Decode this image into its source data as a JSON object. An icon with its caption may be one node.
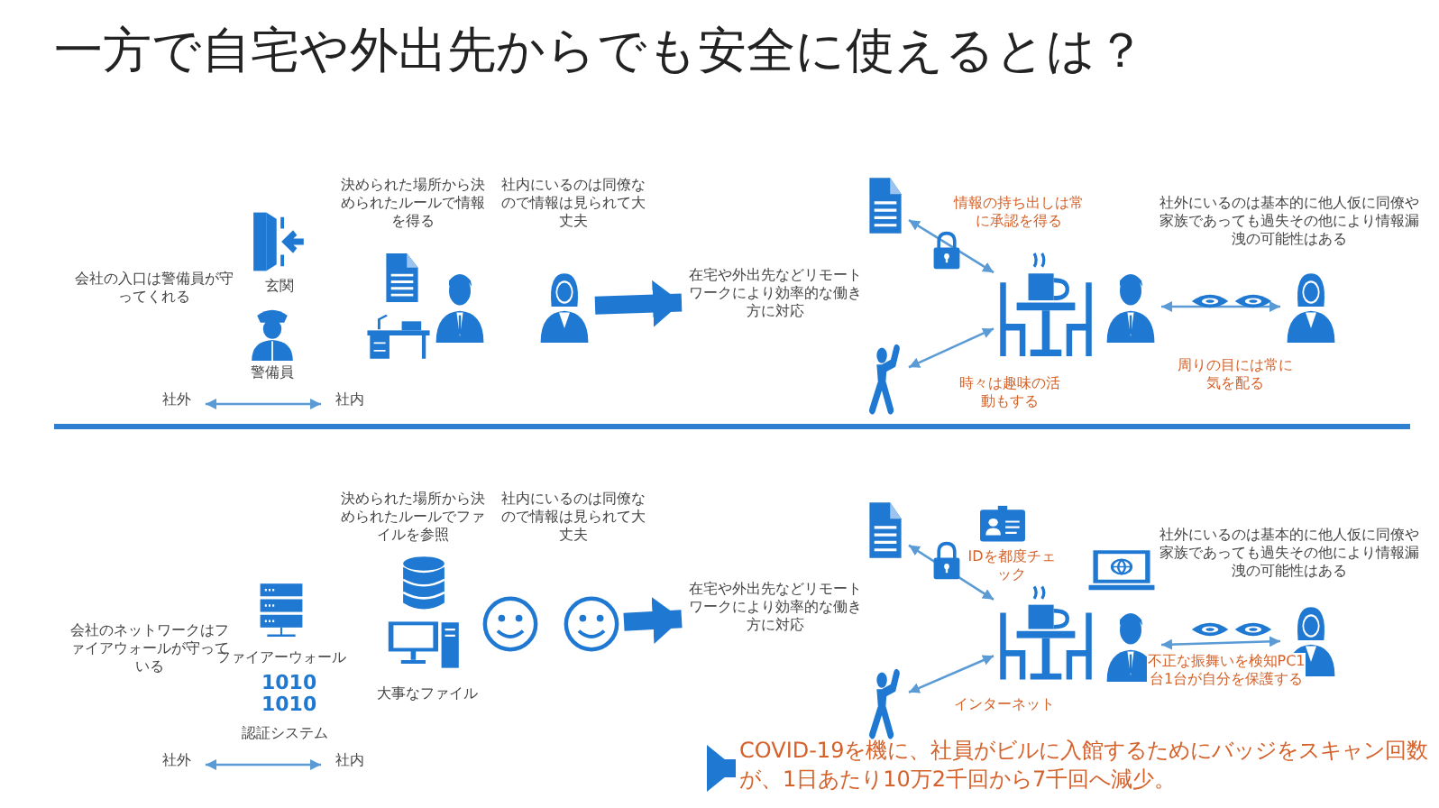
{
  "diagram": {
    "title": "一方で自宅や外出先からでも安全に使えるとは？",
    "nodes": [
      {
        "text": [
          "社外"
        ]
      },
      {
        "text": [
          "社内"
        ]
      },
      {
        "text": [],
        "shape": "picture"
      },
      {
        "text": [
          "在宅や外出先などリモートワークにより効率的な働き方に対応"
        ]
      },
      {
        "text": [],
        "shape": "picture"
      },
      {
        "text": [],
        "shape": "picture"
      },
      {
        "text": [],
        "shape": "picture"
      },
      {
        "text": [],
        "shape": "picture"
      },
      {
        "text": [],
        "shape": "picture"
      },
      {
        "text": [
          "社外"
        ]
      },
      {
        "text": [
          "社内"
        ]
      },
      {
        "text": [],
        "shape": "picture"
      },
      {
        "text": [
          "在宅や外出先などリモートワークにより効率的な働き方に対応"
        ]
      },
      {
        "text": [],
        "shape": "picture"
      },
      {
        "text": [],
        "shape": "picture"
      },
      {
        "text": [],
        "shape": "picture"
      },
      {
        "text": [],
        "shape": "picture"
      },
      {
        "text": [],
        "shape": "picture"
      },
      {
        "text": [
          "COVID-19を機に、社員がビルに入館するためにバッジをスキャン回数が、1日あたり10万2千回から7千回へ減少。"
        ]
      }
    ],
    "edges": [
      {
        "from": 0,
        "to": 1,
        "arrow": "both"
      },
      {
        "from": 2,
        "to": 3,
        "arrow": "to",
        "style": "thick",
        "color": "#1f78d1"
      },
      {
        "from": 4,
        "to": 5,
        "arrow": "both",
        "label": "情報の持ち出しは常に承認を得る"
      },
      {
        "from": 6,
        "to": 5,
        "arrow": "both",
        "label": "時々は趣味の活動もする"
      },
      {
        "from": 7,
        "to": 8,
        "arrow": "both",
        "label": "周りの目には常に気を配る"
      },
      {
        "from": 9,
        "to": 10,
        "arrow": "both"
      },
      {
        "from": 11,
        "to": 12,
        "arrow": "to",
        "style": "thick",
        "color": "#1f78d1"
      },
      {
        "from": 13,
        "to": 14,
        "arrow": "both"
      },
      {
        "from": 15,
        "to": 14,
        "arrow": "both",
        "label": "インターネット"
      },
      {
        "from": 16,
        "to": 17,
        "arrow": "both",
        "label": "不正な振舞いを検知PC1台1台が自分を保護する"
      },
      {
        "from": null,
        "to": 18,
        "arrow": "to",
        "style": "thick",
        "color": "#1f78d1"
      }
    ],
    "labels": [
      "会社の入口は警備員が守ってくれる",
      "玄関",
      "警備員",
      "決められた場所から決められたルールで情報を得る",
      "社内にいるのは同僚なので情報は見られて大丈夫",
      "社外にいるのは基本的に他人仮に同僚や家族であっても過失その他により情報漏洩の可能性はある",
      "決められた場所から決められたルールでファイルを参照",
      "社内にいるのは同僚なので情報は見られて大丈夫",
      "IDを都度チェック",
      "社外にいるのは基本的に他人仮に同僚や家族であっても過失その他により情報漏洩の可能性はある",
      "会社のネットワークはファイアウォールが守っている",
      "ファイアーウォール",
      "1010",
      "1010",
      "大事なファイル",
      "認証システム"
    ]
  }
}
